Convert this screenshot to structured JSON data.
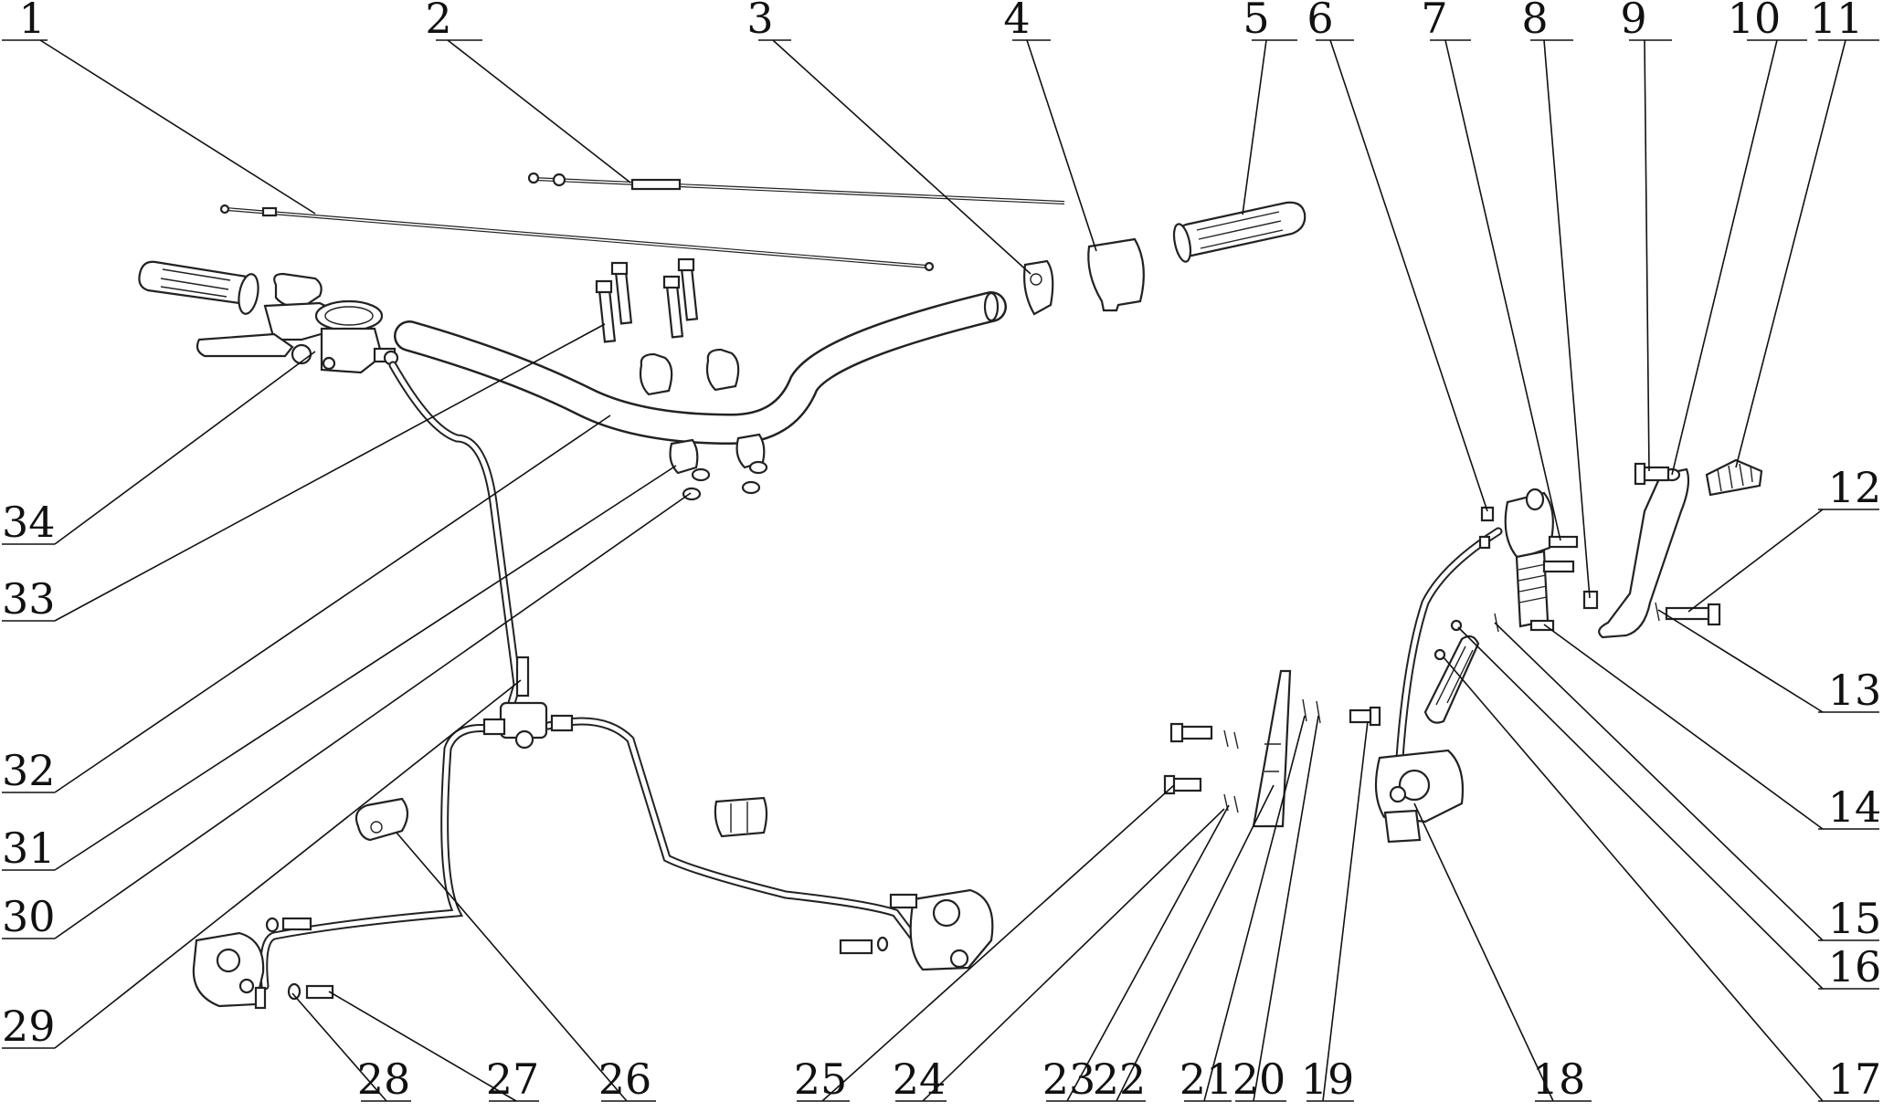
{
  "diagram": {
    "callouts": [
      {
        "label": "1"
      },
      {
        "label": "2"
      },
      {
        "label": "3"
      },
      {
        "label": "4"
      },
      {
        "label": "5"
      },
      {
        "label": "6"
      },
      {
        "label": "7"
      },
      {
        "label": "8"
      },
      {
        "label": "9"
      },
      {
        "label": "10"
      },
      {
        "label": "11"
      },
      {
        "label": "12"
      },
      {
        "label": "13"
      },
      {
        "label": "14"
      },
      {
        "label": "15"
      },
      {
        "label": "16"
      },
      {
        "label": "17"
      },
      {
        "label": "18"
      },
      {
        "label": "19"
      },
      {
        "label": "20"
      },
      {
        "label": "21"
      },
      {
        "label": "22"
      },
      {
        "label": "23"
      },
      {
        "label": "24"
      },
      {
        "label": "25"
      },
      {
        "label": "26"
      },
      {
        "label": "27"
      },
      {
        "label": "28"
      },
      {
        "label": "29"
      },
      {
        "label": "30"
      },
      {
        "label": "31"
      },
      {
        "label": "32"
      },
      {
        "label": "33"
      },
      {
        "label": "34"
      }
    ]
  }
}
